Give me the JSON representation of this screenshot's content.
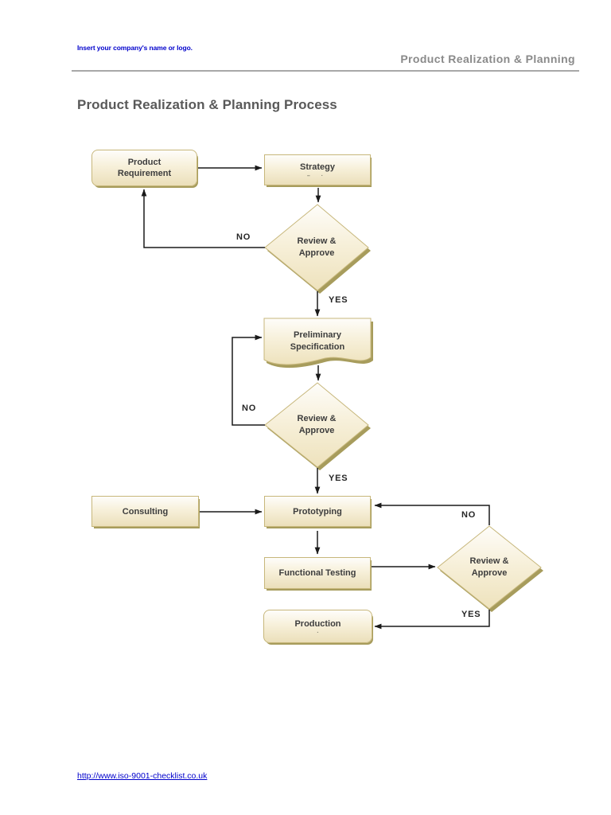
{
  "page": {
    "header": {
      "left": "Insert your company's name or logo.",
      "right": "Product Realization & Planning"
    },
    "title": "Product Realization & Planning Process",
    "footer_link": "http://www.iso-9001-checklist.co.uk"
  },
  "colors": {
    "header_blue": "#0000cc",
    "header_gray": "#8a8a8a",
    "title_gray": "#595959",
    "box_fill_top": "#fefdfa",
    "box_fill_bottom": "#ebdfba",
    "box_border": "#c7b77b",
    "box_shadow": "#a79c5c",
    "connector": "#1a1a1a",
    "link_blue": "#0000cc"
  },
  "flowchart": {
    "nodes": [
      {
        "id": "product-requirement",
        "shape": "rounded-rect",
        "lines": [
          "Product",
          "Requirement"
        ]
      },
      {
        "id": "strategy",
        "shape": "rect",
        "lines": [
          "Strategy"
        ],
        "clipped_hint": "– ·"
      },
      {
        "id": "review-approve-1",
        "shape": "diamond",
        "lines": [
          "Review &",
          "Approve"
        ]
      },
      {
        "id": "preliminary-specification",
        "shape": "document",
        "lines": [
          "Preliminary",
          "Specification"
        ]
      },
      {
        "id": "review-approve-2",
        "shape": "diamond",
        "lines": [
          "Review &",
          "Approve"
        ]
      },
      {
        "id": "consulting",
        "shape": "rect",
        "lines": [
          "Consulting"
        ]
      },
      {
        "id": "prototyping",
        "shape": "rect",
        "lines": [
          "Prototyping"
        ]
      },
      {
        "id": "functional-testing",
        "shape": "rect",
        "lines": [
          "Functional Testing"
        ]
      },
      {
        "id": "review-approve-3",
        "shape": "diamond",
        "lines": [
          "Review &",
          "Approve"
        ]
      },
      {
        "id": "production",
        "shape": "rounded-rect",
        "lines": [
          "Production"
        ],
        "clipped_hint": "·"
      }
    ],
    "edges": [
      {
        "from": "product-requirement",
        "to": "strategy",
        "label": ""
      },
      {
        "from": "strategy",
        "to": "review-approve-1",
        "label": ""
      },
      {
        "from": "review-approve-1",
        "to": "product-requirement",
        "label": "NO"
      },
      {
        "from": "review-approve-1",
        "to": "preliminary-specification",
        "label": "YES"
      },
      {
        "from": "preliminary-specification",
        "to": "review-approve-2",
        "label": ""
      },
      {
        "from": "review-approve-2",
        "to": "preliminary-specification",
        "label": "NO"
      },
      {
        "from": "review-approve-2",
        "to": "prototyping",
        "label": "YES"
      },
      {
        "from": "consulting",
        "to": "prototyping",
        "label": ""
      },
      {
        "from": "prototyping",
        "to": "functional-testing",
        "label": ""
      },
      {
        "from": "functional-testing",
        "to": "review-approve-3",
        "label": ""
      },
      {
        "from": "review-approve-3",
        "to": "prototyping",
        "label": "NO"
      },
      {
        "from": "review-approve-3",
        "to": "production",
        "label": "YES"
      }
    ],
    "labels": {
      "no": "NO",
      "yes": "YES"
    }
  }
}
